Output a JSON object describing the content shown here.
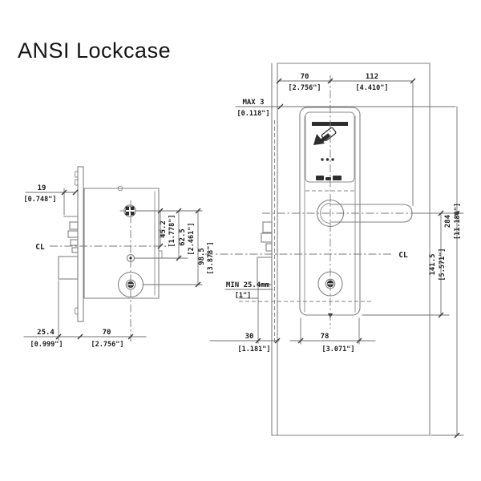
{
  "title": "ANSI Lockcase",
  "side_view": {
    "centerline_label": "CL",
    "latch_projection": {
      "mm": "19",
      "inch": "[0.748\"]"
    },
    "hub_to_centerline": {
      "mm": "45.2",
      "inch": "[1.778\"]"
    },
    "hub_to_aux_hole": {
      "mm": "62.5",
      "inch": "[2.461\"]"
    },
    "hub_to_cylinder": {
      "mm": "98.5",
      "inch": "[3.878\"]"
    },
    "deadbolt_offset": {
      "mm": "25.4",
      "inch": "[0.999\"]"
    },
    "backset": {
      "mm": "70",
      "inch": "[2.756\"]"
    }
  },
  "front_view": {
    "centerline_label": "CL",
    "backset": {
      "mm": "70",
      "inch": "[2.756\"]"
    },
    "handle_length": {
      "mm": "112",
      "inch": "[4.410\"]"
    },
    "max_gap": {
      "mm": "MAX 3",
      "inch": "[0.118\"]"
    },
    "min_edge_distance": {
      "mm": "MIN 25.4mm",
      "inch": "[1\"]"
    },
    "overall_height": {
      "mm": "284",
      "inch": "[11.180\"]"
    },
    "cl_to_plate_bottom": {
      "mm": "141.5",
      "inch": "[5.571\"]"
    },
    "edge_to_deadbolt": {
      "mm": "30",
      "inch": "[1.181\"]"
    },
    "plate_width": {
      "mm": "78",
      "inch": "[3.071\"]"
    }
  }
}
